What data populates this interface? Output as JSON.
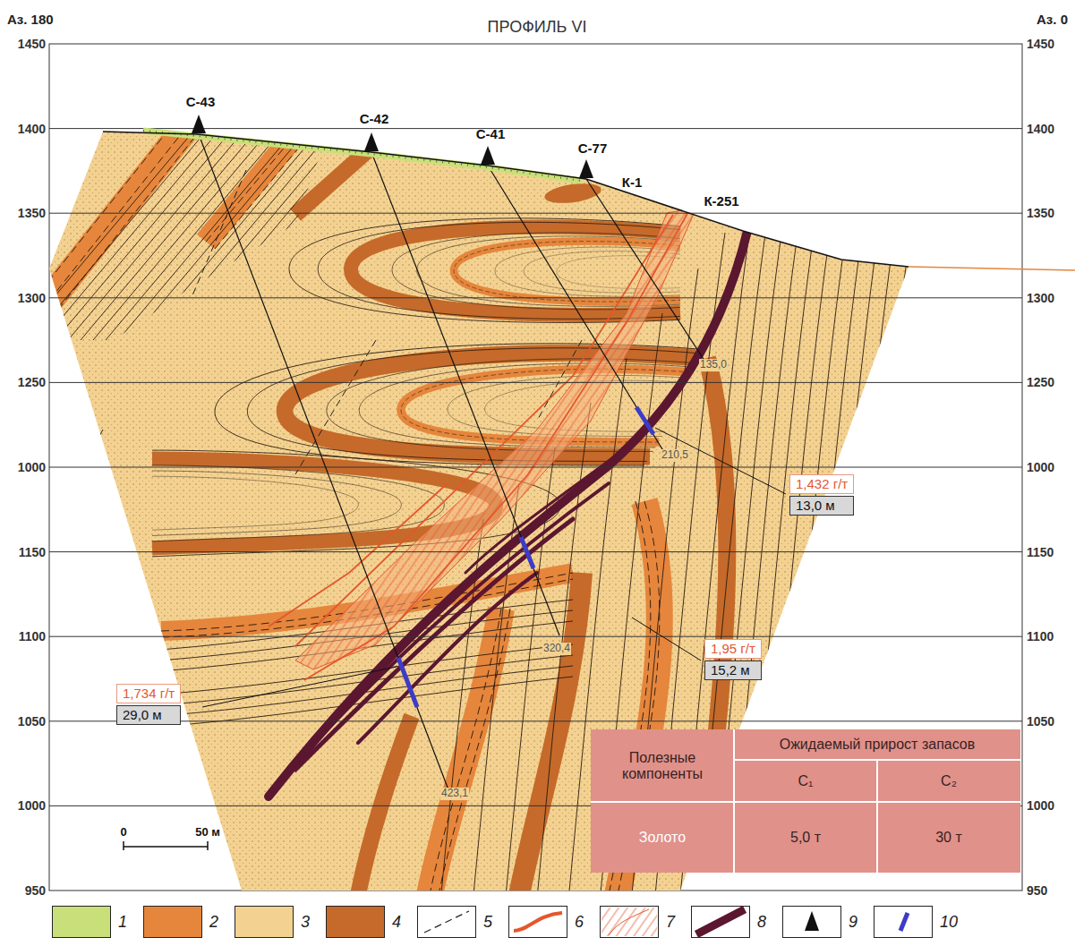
{
  "diagram": {
    "title": "ПРОФИЛЬ VI",
    "nodes": [
      {
        "text": [
          "1,432 г/т",
          "13,0 м"
        ]
      },
      {
        "text": [
          "1,95 г/т",
          "15,2 м"
        ]
      },
      {
        "text": [
          "1,734 г/т",
          "29,0 м"
        ]
      }
    ],
    "labels": [
      "Аз. 180",
      "Аз. 0",
      "1450",
      "1400",
      "1350",
      "1300",
      "1250",
      "1000",
      "1150",
      "1100",
      "1050",
      "1000",
      "950",
      "1450",
      "1400",
      "1350",
      "1300",
      "1250",
      "1000",
      "1150",
      "1100",
      "1050",
      "1000",
      "950",
      "С-43",
      "С-42",
      "С-41",
      "С-77",
      "К-1",
      "К-251",
      "135,0",
      "210,5",
      "320,4",
      "423,1",
      "0",
      "50 м",
      "Полезные компоненты",
      "Ожидаемый прирост запасов",
      "С₁",
      "С₂",
      "Золото",
      "5,0 т",
      "30 т"
    ],
    "legend": [
      {
        "text": "1",
        "color": "#c9e07a"
      },
      {
        "text": "2",
        "color": "#e5863c"
      },
      {
        "text": "3",
        "color": "#f3d291"
      },
      {
        "text": "4",
        "color": "#c56a2a"
      },
      {
        "text": "5"
      },
      {
        "text": "6"
      },
      {
        "text": "7"
      },
      {
        "text": "8"
      },
      {
        "text": "9"
      },
      {
        "text": "10"
      }
    ]
  }
}
